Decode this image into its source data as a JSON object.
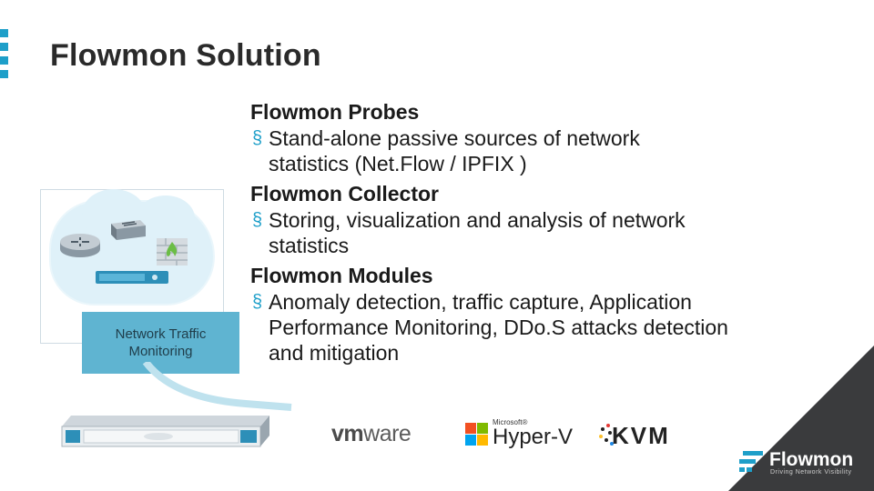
{
  "slide": {
    "title": "Flowmon Solution",
    "sections": [
      {
        "heading": "Flowmon Probes",
        "bullet_lines": [
          "Stand-alone passive sources of network",
          "statistics (Net.Flow / IPFIX )"
        ]
      },
      {
        "heading": "Flowmon Collector",
        "bullet_lines": [
          "Storing, visualization and analysis of network",
          "statistics"
        ]
      },
      {
        "heading": "Flowmon Modules",
        "bullet_lines": [
          "Anomaly detection, traffic capture, Application",
          "Performance Monitoring, DDo.S attacks detection",
          "and mitigation"
        ]
      }
    ],
    "bullet_mark": "§",
    "diagram_label_lines": [
      "Network Traffic",
      "Monitoring"
    ]
  },
  "logos": {
    "vmware": {
      "prefix": "vm",
      "suffix": "ware"
    },
    "hyperv": {
      "small": "Microsoft®",
      "big": "Hyper-V"
    },
    "kvm": "KVM"
  },
  "brand": {
    "name": "Flowmon",
    "tagline": "Driving Network Visibility"
  },
  "colors": {
    "accent": "#1e9fc9",
    "label_box": "#5fb4d1",
    "corner": "#3a3b3d"
  }
}
